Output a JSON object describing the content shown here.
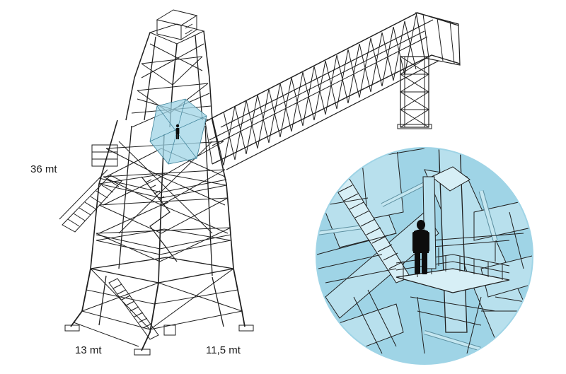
{
  "labels": {
    "height": "36 mt",
    "depth": "13 mt",
    "width": "11,5 mt"
  },
  "colors": {
    "line": "#1f1f1f",
    "highlight": "#9fd4e6",
    "highlight_dark": "#6fb6cc",
    "figure": "#0d0d0d"
  }
}
